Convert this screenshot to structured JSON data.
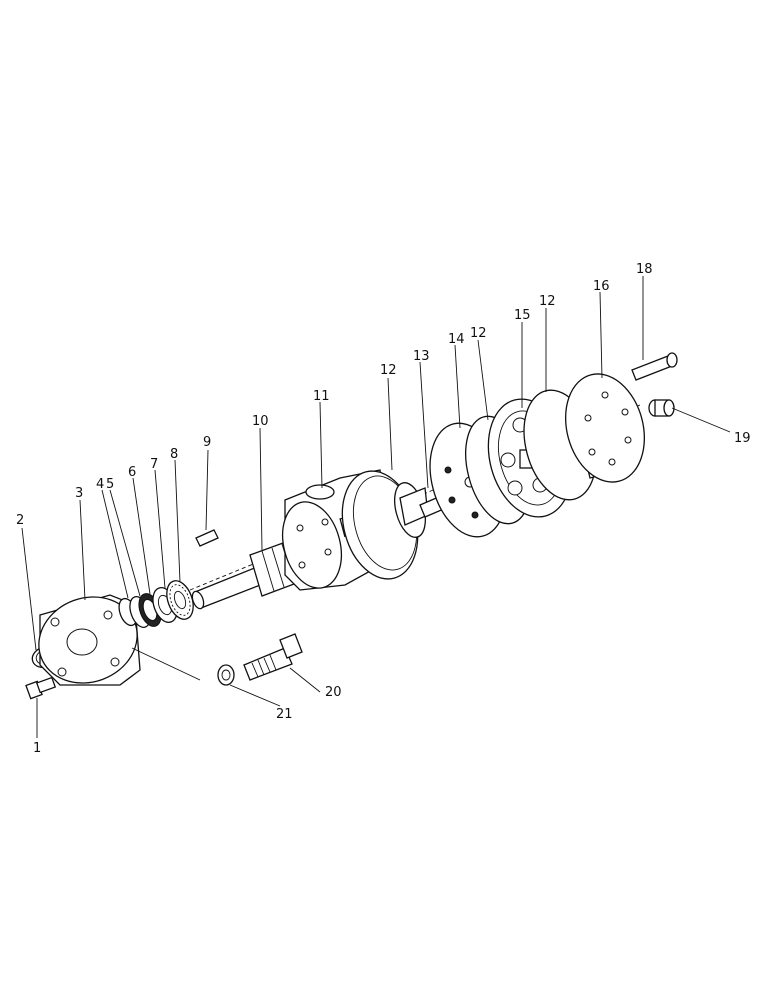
{
  "callouts": {
    "c1": "1",
    "c2": "2",
    "c3": "3",
    "c4": "4",
    "c5": "5",
    "c6": "6",
    "c7": "7",
    "c8": "8",
    "c9": "9",
    "c10": "10",
    "c11": "11",
    "c12a": "12",
    "c12b": "12",
    "c12c": "12",
    "c13": "13",
    "c14": "14",
    "c15": "15",
    "c16": "16",
    "c18": "18",
    "c19": "19",
    "c20": "20",
    "c21": "21"
  }
}
